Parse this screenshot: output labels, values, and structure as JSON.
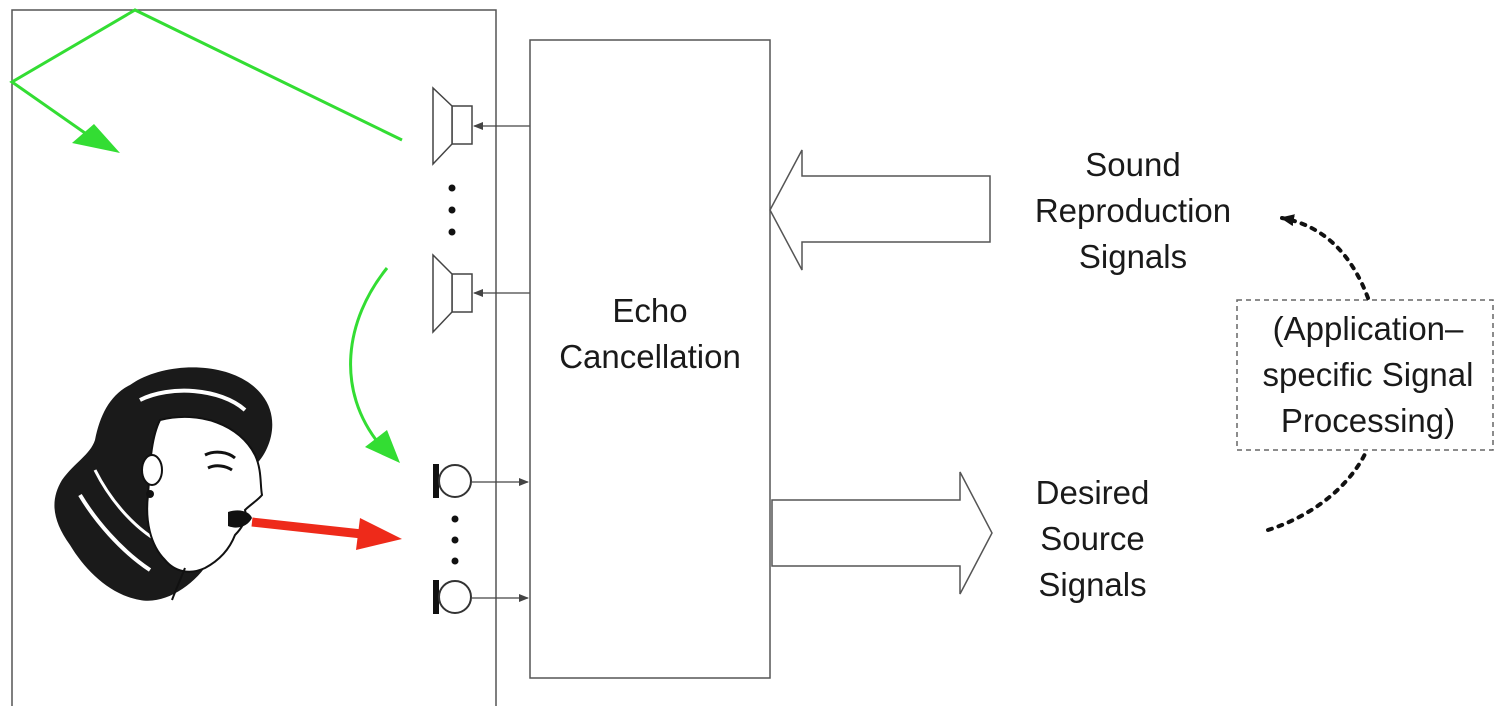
{
  "center_block": {
    "lines": [
      "Echo",
      "Cancellation"
    ]
  },
  "input_arrow": {
    "lines": [
      "Sound",
      "Reproduction",
      "Signals"
    ]
  },
  "output_arrow": {
    "lines": [
      "Desired",
      "Source",
      "Signals"
    ]
  },
  "processing_box": {
    "lines": [
      "(Application–",
      "specific Signal",
      "Processing)"
    ]
  },
  "colors": {
    "echo_path": "#33dd33",
    "speech_path": "#ee2a1a",
    "lines": "#444444",
    "text": "#1a1a1a"
  },
  "icons": [
    "loudspeaker-icon",
    "microphone-icon",
    "woman-talker-icon",
    "ellipsis-dots-icon"
  ]
}
